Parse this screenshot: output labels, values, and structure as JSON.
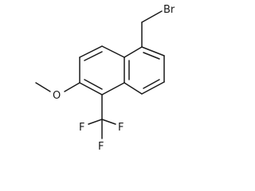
{
  "molecule": {
    "atoms": {
      "bromine": "Br",
      "oxygen": "O",
      "fluorine_1": "F",
      "fluorine_2": "F",
      "fluorine_3": "F"
    },
    "structure_elements": [
      "naphthalene-ring-system",
      "bromomethyl-group",
      "methoxy-group",
      "trifluoromethyl-group"
    ]
  },
  "colors": {
    "bond": "#1a1a1a",
    "text": "#1a1a1a",
    "background": "#ffffff"
  }
}
